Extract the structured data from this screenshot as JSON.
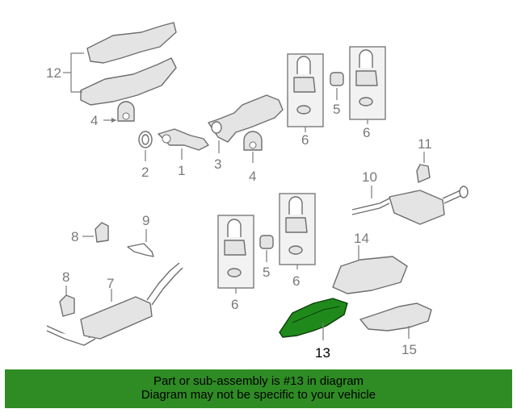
{
  "callouts": {
    "n1": "1",
    "n2": "2",
    "n3": "3",
    "n4a": "4",
    "n4b": "4",
    "n5a": "5",
    "n5b": "5",
    "n6a": "6",
    "n6b": "6",
    "n6c": "6",
    "n6d": "6",
    "n7": "7",
    "n8a": "8",
    "n8b": "8",
    "n9": "9",
    "n10": "10",
    "n11": "11",
    "n12": "12",
    "n13": "13",
    "n14": "14",
    "n15": "15"
  },
  "highlight": {
    "part": "13",
    "color": "#1f8a1b"
  },
  "banner": {
    "line1": "Part or sub-assembly is #13 in diagram",
    "line2": "Diagram may not be specific to your vehicle",
    "color": "#2f8b24"
  }
}
